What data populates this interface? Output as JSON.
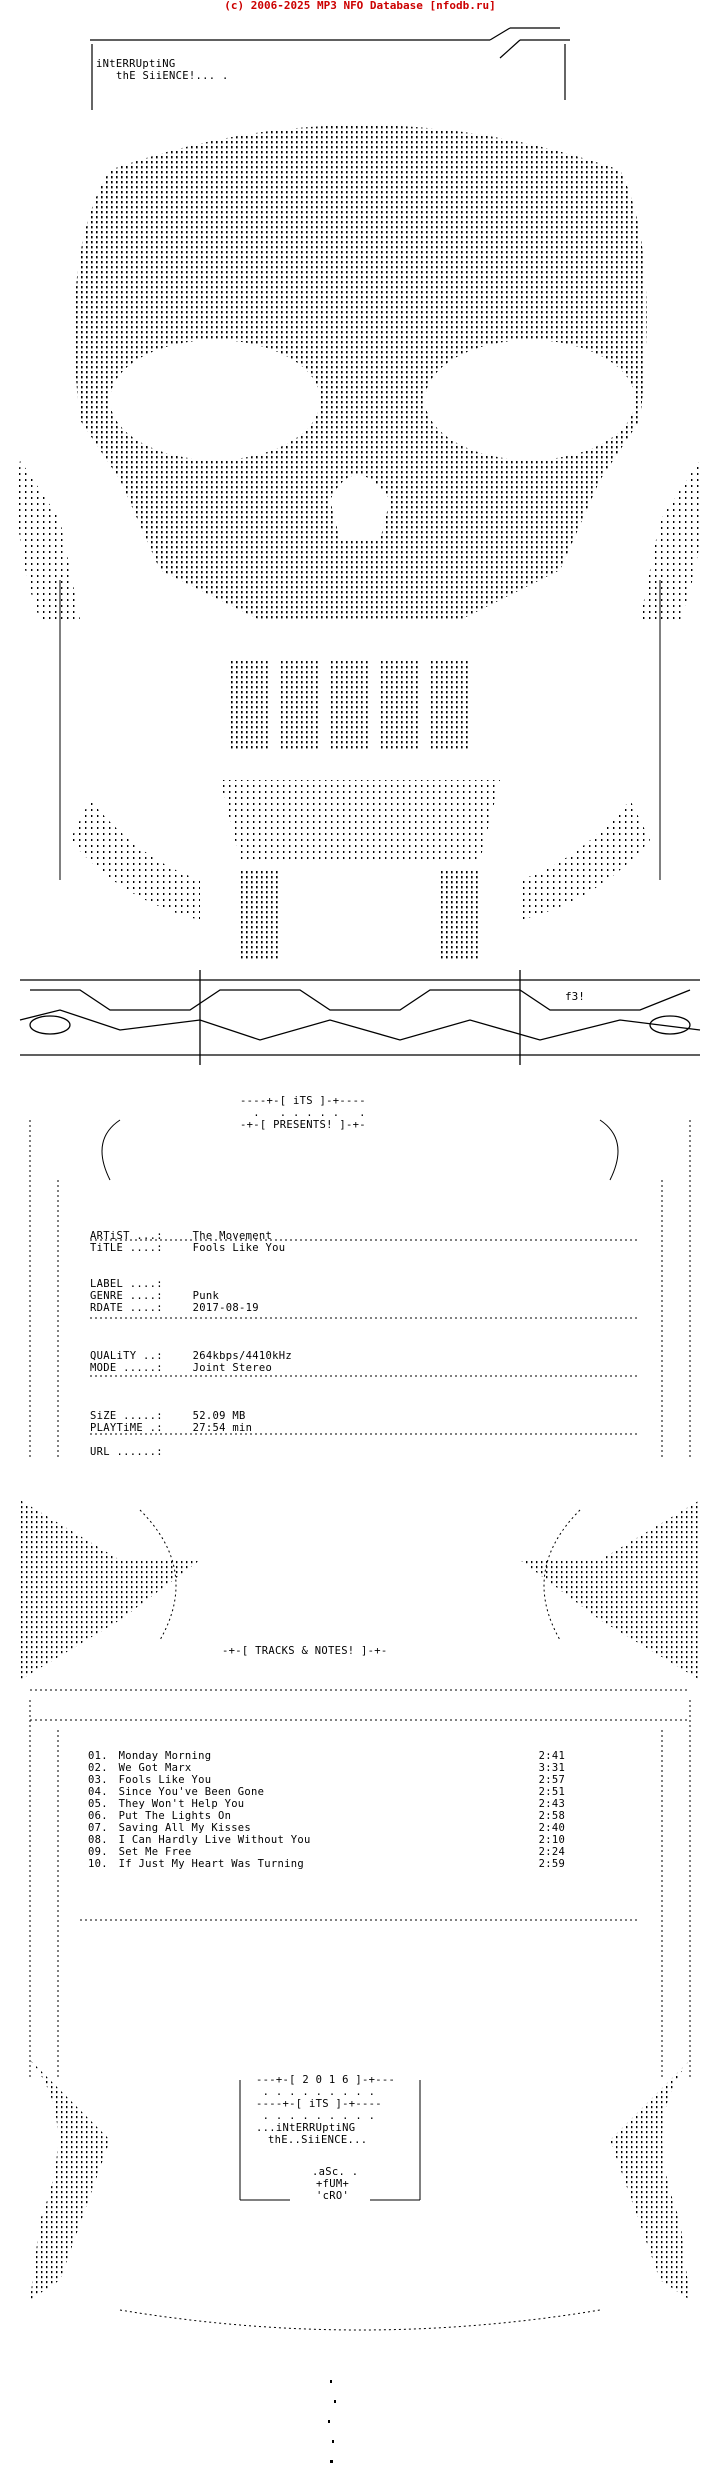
{
  "credit": "(c) 2006-2025 MP3 NFO Database [nfodb.ru]",
  "group": {
    "top_line1": "iNtERRUptiNG",
    "top_line2": "thE SiiENCE!... .",
    "presents_iTS": "iTS",
    "presents_label": "PRESENTS!"
  },
  "release": {
    "artist_label": "ARTiST ...:",
    "artist": "The Movement",
    "title_label": "TiTLE ....:",
    "title": "Fools Like You",
    "label_label": "LABEL ....:",
    "label": "",
    "genre_label": "GENRE ....:",
    "genre": "Punk",
    "rdate_label": "RDATE ....:",
    "rdate": "2017-08-19",
    "quality_label": "QUALiTY ..:",
    "quality": "264kbps/4410kHz",
    "mode_label": "MODE .....:",
    "mode": "Joint Stereo",
    "size_label": "SiZE .....:",
    "size": "52.09 MB",
    "playtime_label": "PLAYTiME .:",
    "playtime": "27:54 min",
    "url_label": "URL ......:",
    "url": ""
  },
  "tracks_header": "TRACKS & NOTES!",
  "tracks": [
    {
      "num": "01.",
      "title": "Monday Morning",
      "time": "2:41"
    },
    {
      "num": "02.",
      "title": "We Got Marx",
      "time": "3:31"
    },
    {
      "num": "03.",
      "title": "Fools Like You",
      "time": "2:57"
    },
    {
      "num": "04.",
      "title": "Since You've Been Gone",
      "time": "2:51"
    },
    {
      "num": "05.",
      "title": "They Won't Help You",
      "time": "2:43"
    },
    {
      "num": "06.",
      "title": "Put The Lights On",
      "time": "2:58"
    },
    {
      "num": "07.",
      "title": "Saving All My Kisses",
      "time": "2:40"
    },
    {
      "num": "08.",
      "title": "I Can Hardly Live Without You",
      "time": "2:10"
    },
    {
      "num": "09.",
      "title": "Set Me Free",
      "time": "2:24"
    },
    {
      "num": "10.",
      "title": "If Just My Heart Was Turning",
      "time": "2:59"
    }
  ],
  "footer": {
    "year": "2 0 1 6",
    "its": "iTS",
    "line1": "...iNtERRUptiNG",
    "line2": "thE..SiiENCE...",
    "credit1": ".aSc. .",
    "credit2": "+fUM+",
    "credit3": "'cRO'"
  },
  "sig_art": "f3!"
}
